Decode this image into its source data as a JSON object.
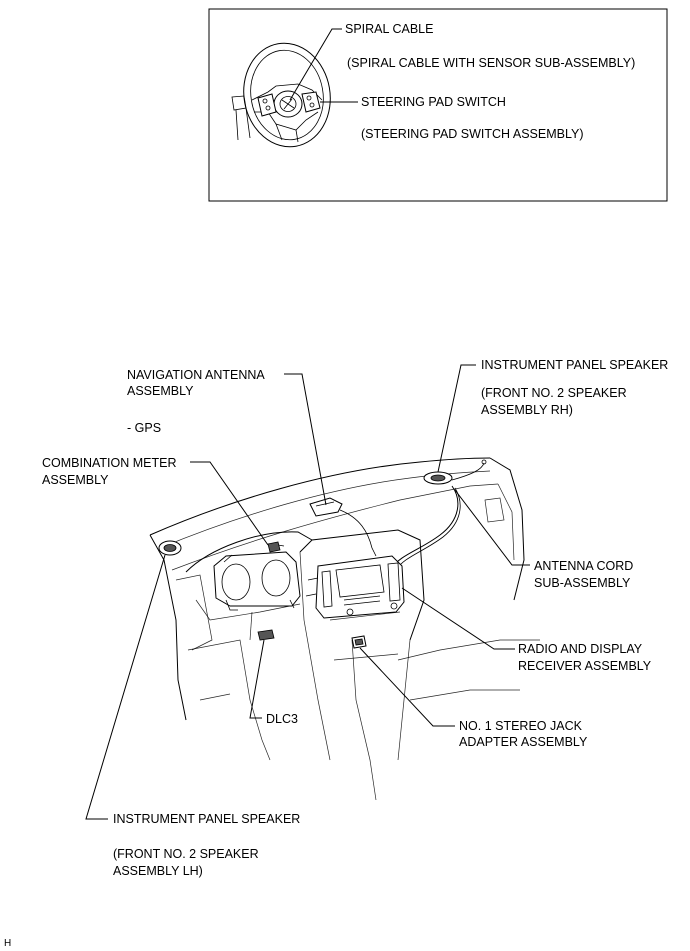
{
  "inset": {
    "spiral_cable": "SPIRAL CABLE",
    "spiral_cable_sub": "(SPIRAL CABLE WITH SENSOR SUB-ASSEMBLY)",
    "steering_pad_switch": "STEERING PAD SWITCH",
    "steering_pad_switch_sub": "(STEERING PAD SWITCH ASSEMBLY)"
  },
  "labels": {
    "nav_antenna_1": "NAVIGATION ANTENNA",
    "nav_antenna_2": "ASSEMBLY",
    "gps": "- GPS",
    "combo_meter_1": "COMBINATION METER",
    "combo_meter_2": "ASSEMBLY",
    "speaker_rh_1": "INSTRUMENT PANEL SPEAKER",
    "speaker_rh_2": "(FRONT NO. 2 SPEAKER",
    "speaker_rh_3": "ASSEMBLY RH)",
    "antenna_cord_1": "ANTENNA CORD",
    "antenna_cord_2": "SUB-ASSEMBLY",
    "radio_1": "RADIO AND DISPLAY",
    "radio_2": "RECEIVER ASSEMBLY",
    "dlc3": "DLC3",
    "stereo_jack_1": "NO. 1 STEREO JACK",
    "stereo_jack_2": "ADAPTER ASSEMBLY",
    "speaker_lh_1": "INSTRUMENT PANEL SPEAKER",
    "speaker_lh_2": "(FRONT NO. 2 SPEAKER",
    "speaker_lh_3": "ASSEMBLY LH)"
  },
  "corner_mark": "H"
}
